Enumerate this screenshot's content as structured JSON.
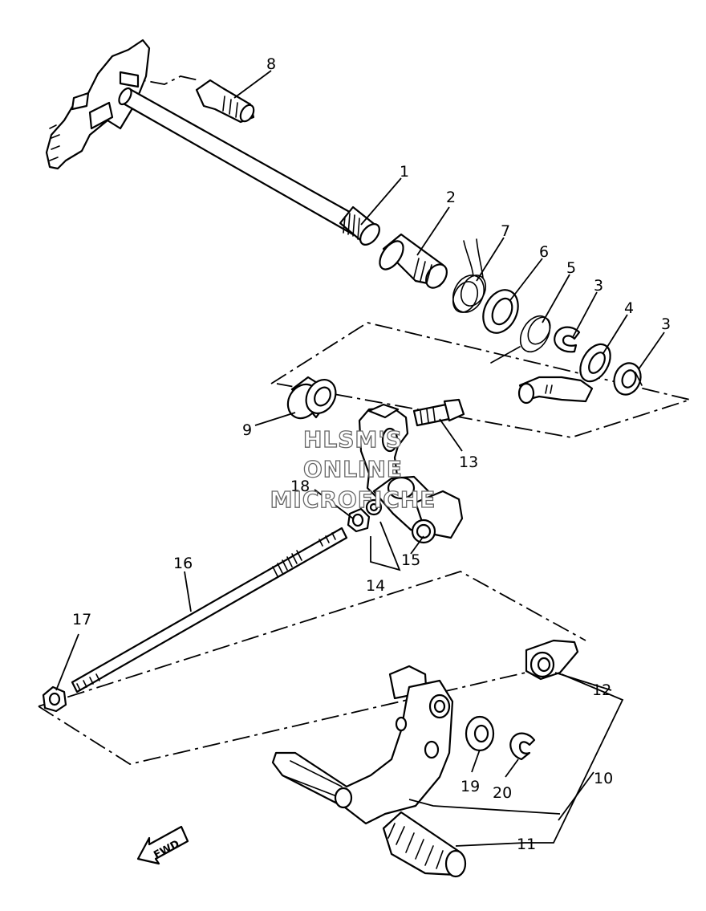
{
  "watermark": {
    "line1": "HLSM'S",
    "line2": "ONLINE",
    "line3": "MICROFICHE"
  },
  "direction_arrow": {
    "label": "FWD",
    "icon": "forward-arrow-icon"
  },
  "callouts": {
    "p1": "1",
    "p2": "2",
    "p3a": "3",
    "p3b": "3",
    "p4": "4",
    "p5": "5",
    "p6": "6",
    "p7": "7",
    "p8": "8",
    "p9": "9",
    "p10": "10",
    "p11": "11",
    "p12": "12",
    "p13": "13",
    "p14": "14",
    "p15": "15",
    "p16": "16",
    "p17": "17",
    "p18": "18",
    "p19": "19",
    "p20": "20"
  }
}
